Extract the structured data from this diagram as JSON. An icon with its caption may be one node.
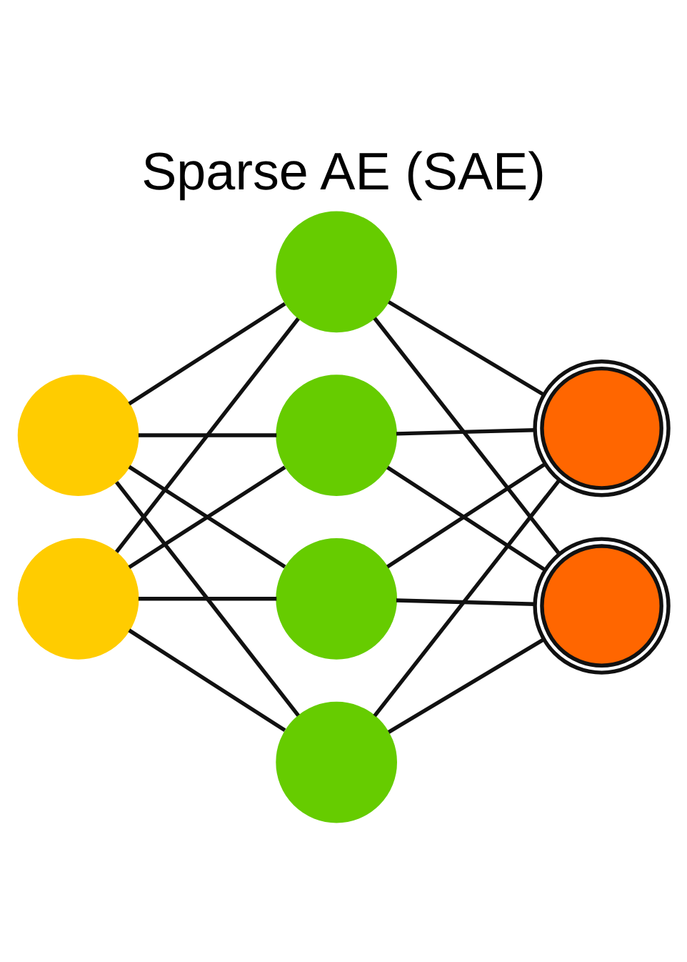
{
  "diagram": {
    "title": "Sparse AE (SAE)",
    "nodes": [
      {
        "text": [],
        "shape": "circle"
      },
      {
        "text": [],
        "shape": "circle"
      },
      {
        "text": [],
        "shape": "circle"
      },
      {
        "text": [],
        "shape": "circle"
      },
      {
        "text": [],
        "shape": "circle"
      },
      {
        "text": [],
        "shape": "circle"
      },
      {
        "text": [],
        "shape": "circle"
      },
      {
        "text": [],
        "shape": "circle"
      }
    ],
    "edges": [
      {
        "from": 0,
        "to": 2,
        "arrow": "none"
      },
      {
        "from": 0,
        "to": 3,
        "arrow": "none"
      },
      {
        "from": 0,
        "to": 4,
        "arrow": "none"
      },
      {
        "from": 0,
        "to": 5,
        "arrow": "none"
      },
      {
        "from": 1,
        "to": 2,
        "arrow": "none"
      },
      {
        "from": 1,
        "to": 3,
        "arrow": "none"
      },
      {
        "from": 1,
        "to": 4,
        "arrow": "none"
      },
      {
        "from": 1,
        "to": 5,
        "arrow": "none"
      },
      {
        "from": 2,
        "to": 6,
        "arrow": "none"
      },
      {
        "from": 2,
        "to": 7,
        "arrow": "none"
      },
      {
        "from": 3,
        "to": 6,
        "arrow": "none"
      },
      {
        "from": 3,
        "to": 7,
        "arrow": "none"
      },
      {
        "from": 4,
        "to": 6,
        "arrow": "none"
      },
      {
        "from": 4,
        "to": 7,
        "arrow": "none"
      },
      {
        "from": 5,
        "to": 6,
        "arrow": "none"
      },
      {
        "from": 5,
        "to": 7,
        "arrow": "none"
      }
    ]
  }
}
